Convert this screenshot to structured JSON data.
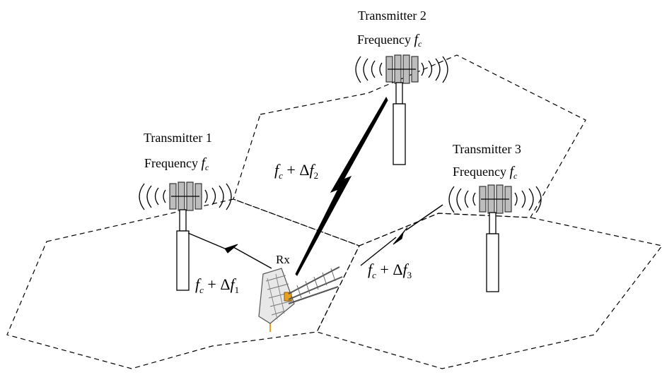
{
  "transmitters": [
    {
      "name": "Transmitter 1",
      "freq_prefix": "Frequency ",
      "freq_symbol": "f",
      "freq_sub": "c"
    },
    {
      "name": "Transmitter 2",
      "freq_prefix": "Frequency ",
      "freq_symbol": "f",
      "freq_sub": "c"
    },
    {
      "name": "Transmitter 3",
      "freq_prefix": "Frequency ",
      "freq_symbol": "f",
      "freq_sub": "c"
    }
  ],
  "receiver": {
    "label": "Rx"
  },
  "links": [
    {
      "f": "f",
      "sub": "c",
      "op": " + Δ",
      "f2": "f",
      "idx": "1"
    },
    {
      "f": "f",
      "sub": "c",
      "op": " + Δ",
      "f2": "f",
      "idx": "2"
    },
    {
      "f": "f",
      "sub": "c",
      "op": " + Δ",
      "f2": "f",
      "idx": "3"
    }
  ],
  "colors": {
    "panel": "#bdbdbd",
    "receiver_accent": "#e8a020",
    "line": "#000000"
  }
}
